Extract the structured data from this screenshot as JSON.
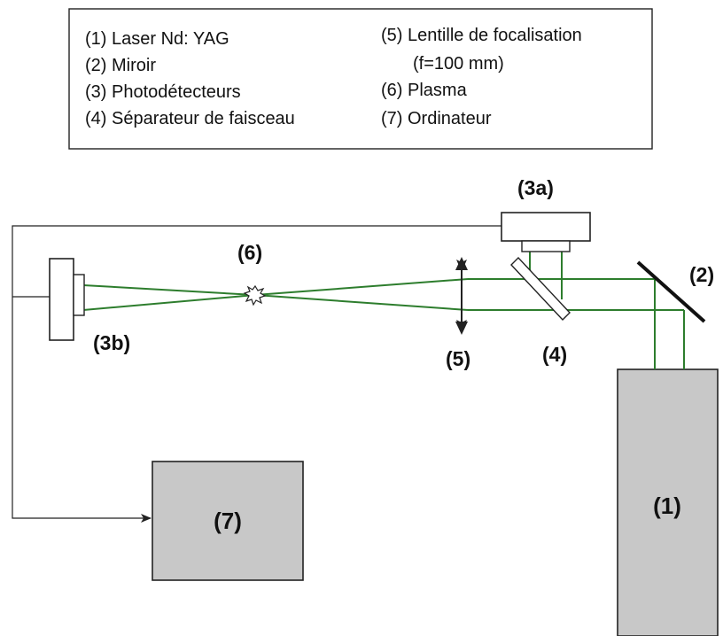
{
  "colors": {
    "beam": "#2d7d2d",
    "box_fill": "#c8c8c8",
    "outline": "#222222"
  },
  "legend": {
    "left": [
      "(1) Laser Nd: YAG",
      "(2) Miroir",
      "(3) Photodétecteurs",
      "(4) Séparateur de faisceau"
    ],
    "right": [
      "(5) Lentille de focalisation",
      "(f=100 mm)",
      "(6) Plasma",
      "(7) Ordinateur"
    ]
  },
  "labels": {
    "laser": "(1)",
    "mirror": "(2)",
    "detector_a": "(3a)",
    "detector_b": "(3b)",
    "beam_splitter": "(4)",
    "lens": "(5)",
    "plasma": "(6)",
    "computer": "(7)"
  },
  "icons": {
    "plasma": "star-burst-icon",
    "lens": "double-arrow-icon",
    "signal_arrow": "arrow-right-icon"
  }
}
